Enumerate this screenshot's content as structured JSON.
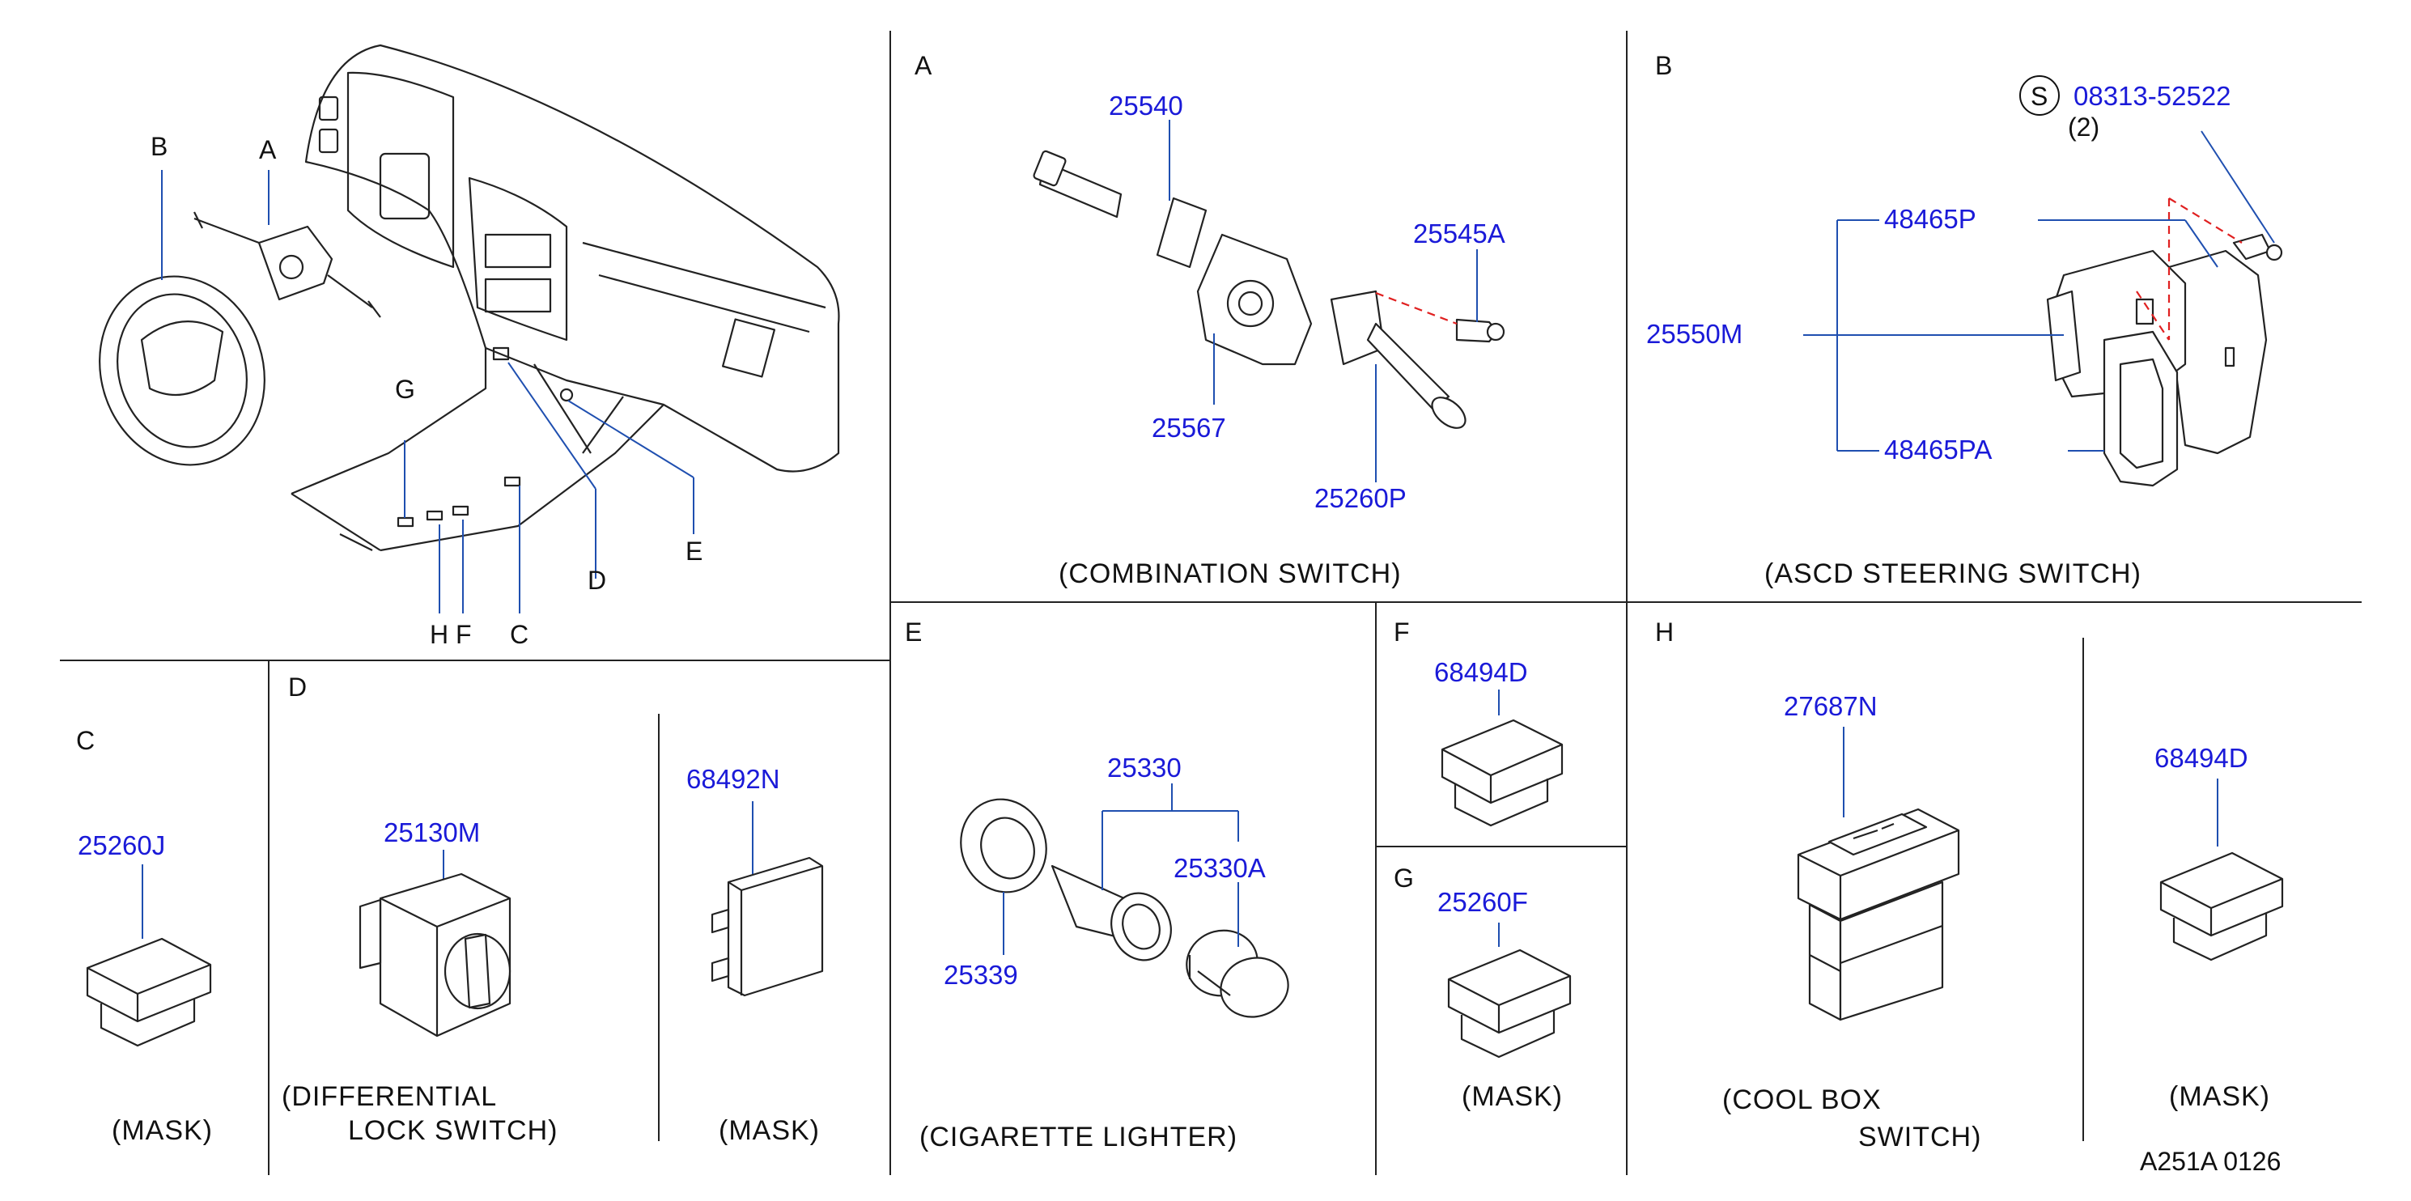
{
  "sections": {
    "A": "A",
    "B": "B",
    "C": "C",
    "D": "D",
    "E": "E",
    "F": "F",
    "G": "G",
    "H": "H"
  },
  "overview": {
    "B": "B",
    "A": "A",
    "G": "G",
    "D": "D",
    "E": "E",
    "H": "H",
    "F": "F",
    "C": "C"
  },
  "parts": {
    "p25540": "25540",
    "p25545A": "25545A",
    "p25567": "25567",
    "p25260P": "25260P",
    "p08313": "08313-52522",
    "p08313_qty": "(2)",
    "screw_symbol": "S",
    "p48465P": "48465P",
    "p25550M": "25550M",
    "p48465PA": "48465PA",
    "p25260J": "25260J",
    "p25130M": "25130M",
    "p68492N": "68492N",
    "p25330": "25330",
    "p25330A": "25330A",
    "p25339": "25339",
    "p68494D_F": "68494D",
    "p25260F": "25260F",
    "p27687N": "27687N",
    "p68494D_H": "68494D"
  },
  "captions": {
    "combination": "(COMBINATION   SWITCH)",
    "ascd": "(ASCD   STEERING   SWITCH)",
    "mask_c": "(MASK)",
    "diff_1": "(DIFFERENTIAL",
    "diff_2": "LOCK   SWITCH)",
    "mask_d": "(MASK)",
    "cigarette": "(CIGARETTE   LIGHTER)",
    "mask_g": "(MASK)",
    "coolbox_1": "(COOL   BOX",
    "coolbox_2": "SWITCH)",
    "mask_h": "(MASK)"
  },
  "footer": {
    "code": "A251A   0126"
  },
  "colors": {
    "part_number": "#1a1ad8",
    "leader": "#1f4fb0",
    "hidden_line": "#e02020"
  }
}
